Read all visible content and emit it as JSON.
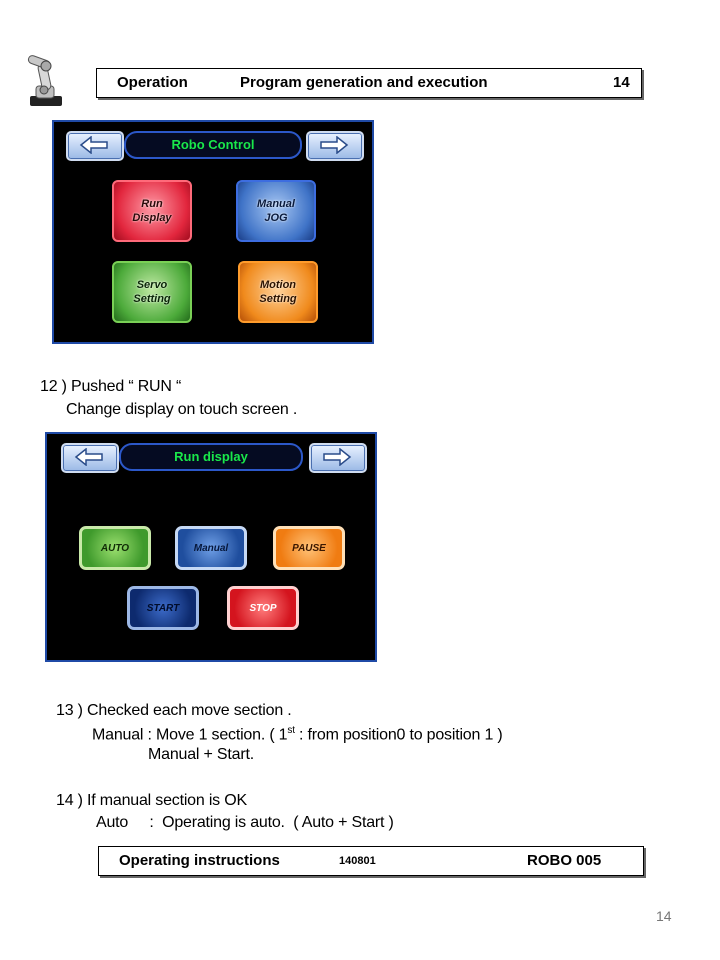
{
  "header": {
    "section": "Operation",
    "title": "Program generation and execution",
    "page": "14"
  },
  "screen1": {
    "title": "Robo Control",
    "buttons": [
      {
        "line1": "Run",
        "line2": "Display"
      },
      {
        "line1": "Manual",
        "line2": "JOG"
      },
      {
        "line1": "Servo",
        "line2": "Setting"
      },
      {
        "line1": "Motion",
        "line2": "Setting"
      }
    ]
  },
  "step12": {
    "line1": "12 )  Pushed  “ RUN “",
    "line2": "Change display on touch screen ."
  },
  "screen2": {
    "title": "Run display",
    "buttons": {
      "auto": "AUTO",
      "manual": "Manual",
      "pause": "PAUSE",
      "start": "START",
      "stop": "STOP"
    }
  },
  "step13": {
    "line1": "13 ) Checked each move section .",
    "line2_a": "Manual :  Move 1 section. ( 1",
    "line2_sup": "st",
    "line2_b": "  : from position0 to position 1 )",
    "line3": "Manual + Start."
  },
  "step14": {
    "line1": "14 ) If manual section is OK",
    "line2": "Auto     :  Operating is auto.  ( Auto + Start )"
  },
  "footer": {
    "label": "Operating instructions",
    "code": "140801",
    "doc": "ROBO 005"
  },
  "page_number": "14",
  "colors": {
    "screen_border": "#1f4aa6",
    "title_text": "#19e84a",
    "pill_border": "#2c58c9"
  }
}
